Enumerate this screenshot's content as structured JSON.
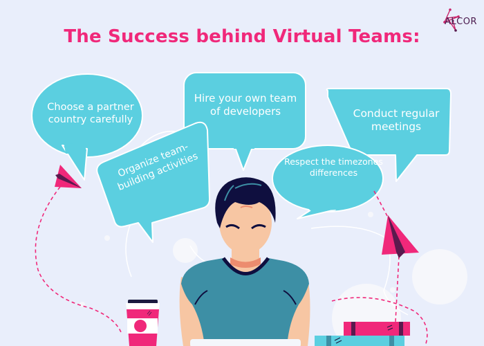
{
  "header": {
    "title": "The Success behind Virtual Teams:",
    "logo_text": "ALCOR"
  },
  "bubbles": [
    {
      "id": "partner-country",
      "text": "Choose a partner country carefully"
    },
    {
      "id": "team-building",
      "text": "Organize team-building activities"
    },
    {
      "id": "hire-developers",
      "text": "Hire your own team of developers"
    },
    {
      "id": "timezones",
      "text": "Respect the timezones differences"
    },
    {
      "id": "meetings",
      "text": "Conduct regular meetings"
    }
  ],
  "colors": {
    "background": "#e9eefb",
    "title_pink": "#f0287a",
    "bubble_cyan": "#5bcfe0",
    "accent_purple": "#5a1a4e",
    "shirt_teal": "#3d8fa5",
    "skin": "#f7c6a3",
    "hair_navy": "#0f0f3f"
  },
  "icons": [
    "paper-plane-icon",
    "coffee-cup-icon",
    "books-icon",
    "alcor-logo-icon"
  ]
}
